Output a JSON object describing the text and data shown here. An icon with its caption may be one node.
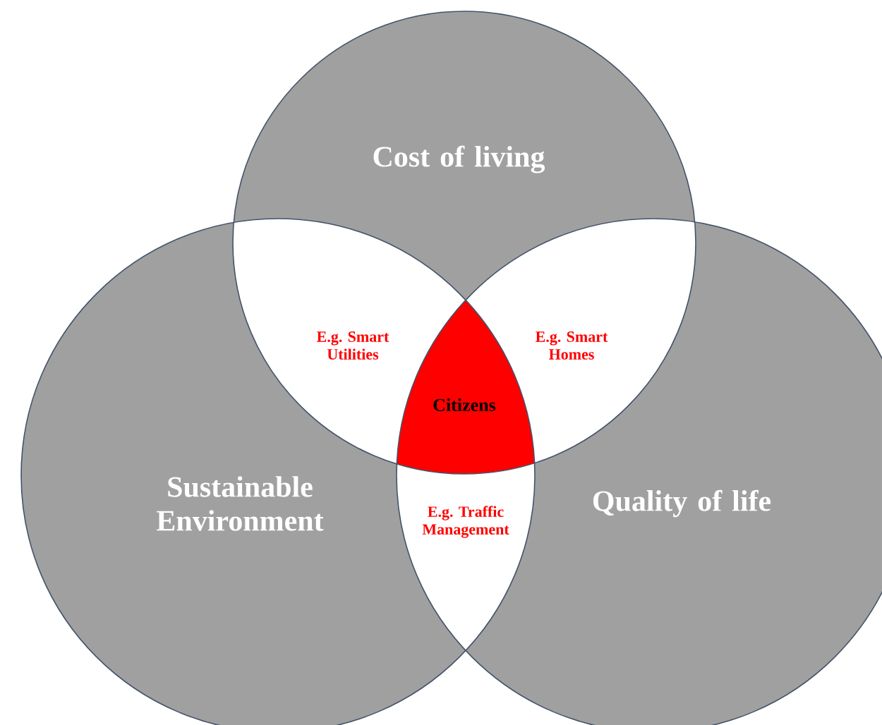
{
  "diagram": {
    "nodes": [
      {
        "text": [
          "Cost of living"
        ]
      },
      {
        "text": [
          "Sustainable Environment"
        ]
      },
      {
        "text": [
          "Quality  of life"
        ]
      },
      {
        "text": [
          "E.g. Smart Utilities"
        ]
      },
      {
        "text": [
          "E.g. Smart Homes"
        ]
      },
      {
        "text": [
          "Citizens"
        ]
      },
      {
        "text": [
          "E.g. Traffic Management"
        ]
      }
    ]
  }
}
